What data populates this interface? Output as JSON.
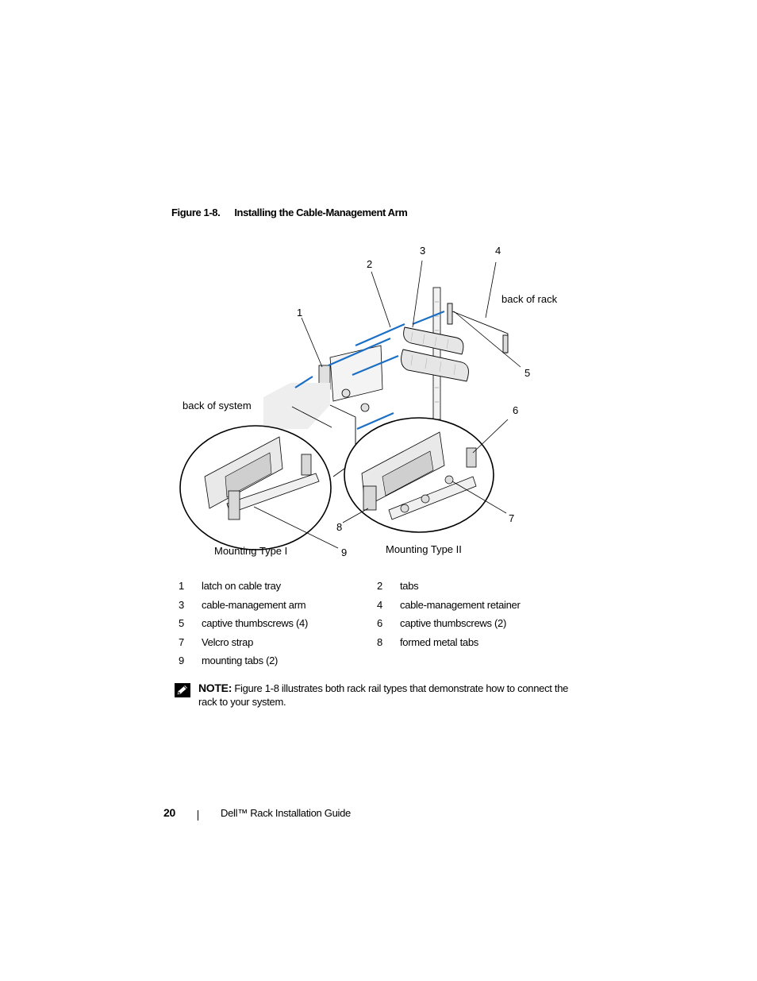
{
  "figure": {
    "number": "Figure 1-8.",
    "title": "Installing the Cable-Management Arm",
    "callouts": {
      "c1": "1",
      "c2": "2",
      "c3": "3",
      "c4": "4",
      "c5": "5",
      "c6": "6",
      "c7": "7",
      "c8": "8",
      "c9": "9"
    },
    "labels": {
      "back_of_rack": "back of rack",
      "back_of_system": "back of system",
      "mounting_type_1": "Mounting Type I",
      "mounting_type_2": "Mounting Type II"
    },
    "accent_color": "#1a6fc4"
  },
  "legend": [
    {
      "num": "1",
      "text": "latch on cable tray"
    },
    {
      "num": "2",
      "text": "tabs"
    },
    {
      "num": "3",
      "text": "cable-management arm"
    },
    {
      "num": "4",
      "text": "cable-management retainer"
    },
    {
      "num": "5",
      "text": "captive thumbscrews (4)"
    },
    {
      "num": "6",
      "text": "captive thumbscrews (2)"
    },
    {
      "num": "7",
      "text": "Velcro strap"
    },
    {
      "num": "8",
      "text": "formed metal tabs"
    },
    {
      "num": "9",
      "text": "mounting tabs (2)"
    }
  ],
  "note": {
    "icon": "pencil-note-icon",
    "label": "NOTE:",
    "text": "Figure 1-8 illustrates both rack rail types that demonstrate how to connect the rack to your system."
  },
  "footer": {
    "page_number": "20",
    "title": "Dell™ Rack Installation Guide"
  }
}
